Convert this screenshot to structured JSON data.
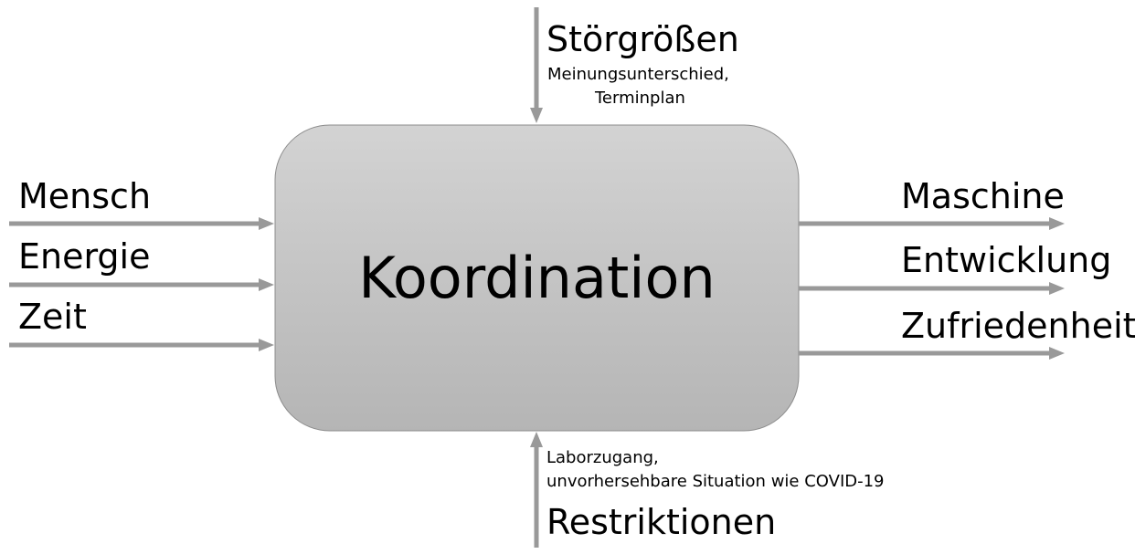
{
  "process": {
    "title": "Koordination"
  },
  "inputs": [
    "Mensch",
    "Energie",
    "Zeit"
  ],
  "outputs": [
    "Maschine",
    "Entwicklung",
    "Zufriedenheit"
  ],
  "disturbances": {
    "title": "Störgrößen",
    "detail_line1": "Meinungsunterschied,",
    "detail_line2": "Terminplan"
  },
  "restrictions": {
    "title": "Restriktionen",
    "detail_line1": "Laborzugang,",
    "detail_line2": "unvorhersehbare Situation wie COVID-19"
  },
  "colors": {
    "arrow": "#999999",
    "box_top": "#d3d3d3",
    "box_bottom": "#b5b5b5",
    "box_border": "#8c8c8c"
  }
}
